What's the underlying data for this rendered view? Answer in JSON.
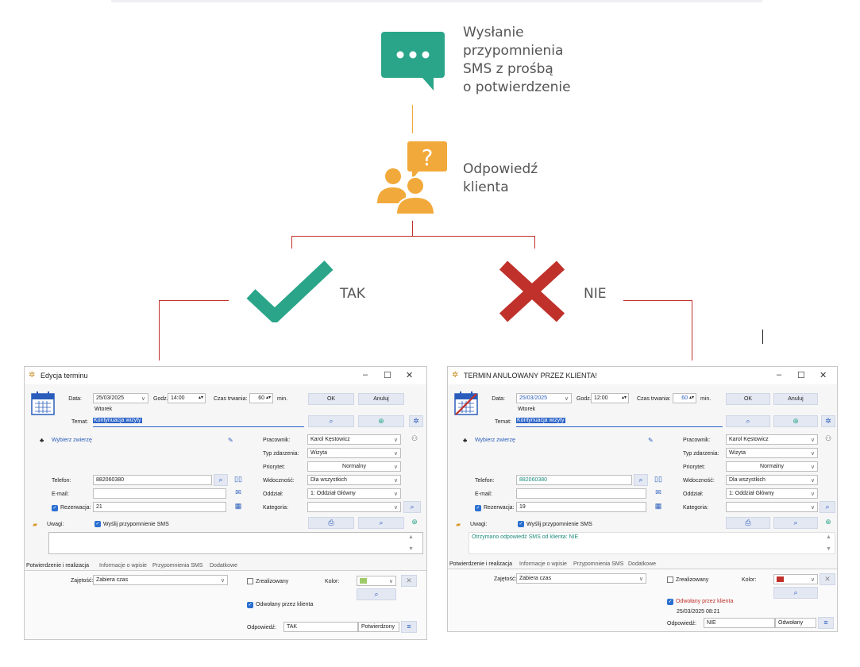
{
  "flow": {
    "step1": [
      "Wysłanie",
      "przypomnienia",
      "SMS z prośbą",
      "o potwierdzenie"
    ],
    "step2": [
      "Odpowiedź",
      "klienta"
    ],
    "yes": "TAK",
    "no": "NIE",
    "colors": {
      "teal": "#2aa589",
      "orange": "#f2a93b",
      "red": "#c0312b",
      "blue": "#2b64c8"
    }
  },
  "left": {
    "title": "Edycja terminu",
    "date_label": "Data:",
    "date": "25/03/2025",
    "weekday": "Wtorek",
    "time_label": "Godz.:",
    "time": "14:00",
    "duration_label": "Czas trwania:",
    "duration": "60",
    "minutes": "min.",
    "ok": "OK",
    "cancel": "Anuluj",
    "subject_label": "Temat:",
    "subject": "Kontynuacja wizyty",
    "choose_animal": "Wybierz zwierzę",
    "employee_label": "Pracownik:",
    "employee": "Karol Kęstowicz",
    "event_type_label": "Typ zdarzenia:",
    "event_type": "Wizyta",
    "priority_label": "Priorytet:",
    "priority": "Normalny",
    "phone_label": "Telefon:",
    "phone": "882060380",
    "visibility_label": "Widoczność:",
    "visibility": "Dla wszystkich",
    "email_label": "E-mail:",
    "email": "",
    "branch_label": "Oddział:",
    "branch": "1: Oddział Główny",
    "reservation_label": "Rezerwacja:",
    "reservation": "21",
    "category_label": "Kategoria:",
    "category": "",
    "notes_label": "Uwagi:",
    "send_sms": "Wyślij przypomnienie SMS",
    "notes": "",
    "tabs": [
      "Potwierdzenie i realizacja",
      "Informacje o wpisie",
      "Przypomnienia SMS",
      "Dodatkowe"
    ],
    "occupancy_label": "Zajętość:",
    "occupancy": "Zabiera czas",
    "realized": "Zrealizowany",
    "color_label": "Kolor:",
    "color": "#9ecb6a",
    "cancelled_by_client": "Odwołany przez klienta",
    "cancel_date": "",
    "answer_label": "Odpowiedź:",
    "answer": "TAK",
    "status": "Potwierdzony"
  },
  "right": {
    "title": "TERMIN ANULOWANY PRZEZ KLIENTA!",
    "date_label": "Data:",
    "date": "25/03/2025",
    "weekday": "Wtorek",
    "time_label": "Godz.:",
    "time": "12:00",
    "duration_label": "Czas trwania:",
    "duration": "60",
    "minutes": "min.",
    "ok": "OK",
    "cancel": "Anuluj",
    "subject_label": "Temat:",
    "subject": "Kontynuacja wizyty",
    "choose_animal": "Wybierz zwierzę",
    "employee_label": "Pracownik:",
    "employee": "Karol Kęstowicz",
    "event_type_label": "Typ zdarzenia:",
    "event_type": "Wizyta",
    "priority_label": "Priorytet:",
    "priority": "Normalny",
    "phone_label": "Telefon:",
    "phone": "882060380",
    "visibility_label": "Widoczność:",
    "visibility": "Dla wszystkich",
    "email_label": "E-mail:",
    "email": "",
    "branch_label": "Oddział:",
    "branch": "1: Oddział Główny",
    "reservation_label": "Rezerwacja:",
    "reservation": "19",
    "category_label": "Kategoria:",
    "category": "",
    "notes_label": "Uwagi:",
    "send_sms": "Wyślij przypomnienie SMS",
    "notes": "Otrzymano odpowiedź SMS od klienta: NIE",
    "tabs": [
      "Potwierdzenie i realizacja",
      "Informacje o wpisie",
      "Przypomnienia SMS",
      "Dodatkowe"
    ],
    "occupancy_label": "Zajętość:",
    "occupancy": "Zabiera czas",
    "realized": "Zrealizowany",
    "color_label": "Kolor:",
    "color": "#c0312b",
    "cancelled_by_client": "Odwołany przez klienta",
    "cancel_date": "25/03/2025 08:21",
    "answer_label": "Odpowiedź:",
    "answer": "NIE",
    "status": "Odwołany"
  }
}
